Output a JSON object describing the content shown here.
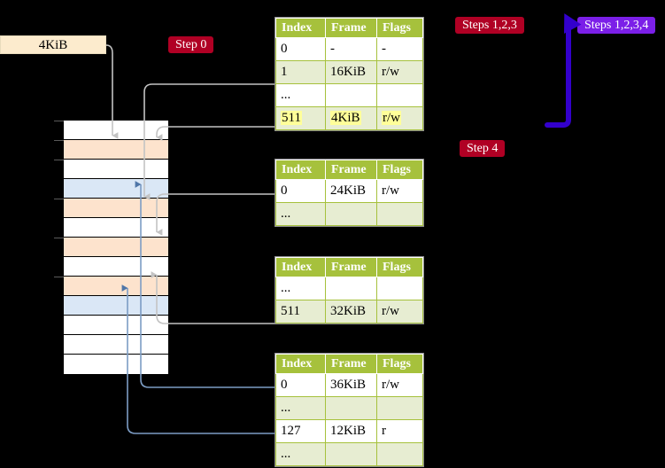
{
  "diagram": {
    "size_label": "4KiB",
    "badges": {
      "step0": "Step 0",
      "step4": "Step 4",
      "steps123": "Steps 1,2,3",
      "steps1234": "Steps 1,2,3,4"
    },
    "colors": {
      "badge_red": "#B00024",
      "badge_blue": "#7B1FE8",
      "table_header": "#A6C13C",
      "table_row_alt": "#E7EDD2",
      "highlight": "#FFFF99",
      "size_box": "#FCEBCD",
      "mem_orange": "#FDE3CD",
      "mem_blue": "#DAE7F6",
      "flow_arrow": "#3300CC",
      "connector_gray": "#B3B3B3",
      "connector_blue": "#7C9CC4"
    },
    "tables": [
      {
        "name": "pml4-table",
        "columns": [
          "Index",
          "Frame",
          "Flags"
        ],
        "rows": [
          {
            "index": "0",
            "frame": "-",
            "flags": "-",
            "shade": "odd",
            "highlight": false
          },
          {
            "index": "1",
            "frame": "16KiB",
            "flags": "r/w",
            "shade": "even",
            "highlight": false
          },
          {
            "index": "...",
            "frame": "",
            "flags": "",
            "shade": "odd",
            "highlight": false
          },
          {
            "index": "511",
            "frame": "4KiB",
            "flags": "r/w",
            "shade": "even",
            "highlight": true
          }
        ]
      },
      {
        "name": "pdp-table",
        "columns": [
          "Index",
          "Frame",
          "Flags"
        ],
        "rows": [
          {
            "index": "0",
            "frame": "24KiB",
            "flags": "r/w",
            "shade": "odd",
            "highlight": false
          },
          {
            "index": "...",
            "frame": "",
            "flags": "",
            "shade": "even",
            "highlight": false
          }
        ]
      },
      {
        "name": "pd-table",
        "columns": [
          "Index",
          "Frame",
          "Flags"
        ],
        "rows": [
          {
            "index": "...",
            "frame": "",
            "flags": "",
            "shade": "odd",
            "highlight": false
          },
          {
            "index": "511",
            "frame": "32KiB",
            "flags": "r/w",
            "shade": "even",
            "highlight": false
          }
        ]
      },
      {
        "name": "pt-table",
        "columns": [
          "Index",
          "Frame",
          "Flags"
        ],
        "rows": [
          {
            "index": "0",
            "frame": "36KiB",
            "flags": "r/w",
            "shade": "odd",
            "highlight": false
          },
          {
            "index": "...",
            "frame": "",
            "flags": "",
            "shade": "even",
            "highlight": false
          },
          {
            "index": "127",
            "frame": "12KiB",
            "flags": "r",
            "shade": "odd",
            "highlight": false
          },
          {
            "index": "...",
            "frame": "",
            "flags": "",
            "shade": "even",
            "highlight": false
          }
        ]
      }
    ],
    "memory_column": {
      "cell_count": 13,
      "cells": [
        {
          "fill": "mem-white",
          "tick": true
        },
        {
          "fill": "mem-orange",
          "tick": true
        },
        {
          "fill": "mem-white",
          "tick": true
        },
        {
          "fill": "mem-blue",
          "tick": false
        },
        {
          "fill": "mem-orange",
          "tick": true
        },
        {
          "fill": "mem-white",
          "tick": false
        },
        {
          "fill": "mem-orange",
          "tick": true
        },
        {
          "fill": "mem-white",
          "tick": false
        },
        {
          "fill": "mem-orange",
          "tick": true
        },
        {
          "fill": "mem-blue",
          "tick": false
        },
        {
          "fill": "mem-white",
          "tick": false
        },
        {
          "fill": "mem-white",
          "tick": false
        },
        {
          "fill": "mem-white",
          "tick": false
        }
      ]
    }
  }
}
